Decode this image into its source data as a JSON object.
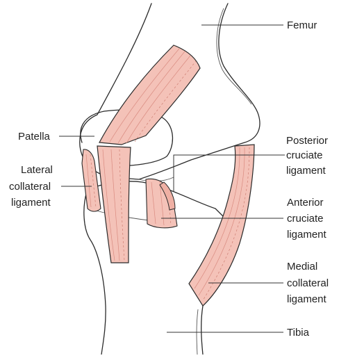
{
  "colors": {
    "ligament_fill": "#f4c2b8",
    "ligament_fiber": "#d98b80",
    "outline": "#2a2a2a",
    "background": "#ffffff"
  },
  "labels": {
    "femur": "Femur",
    "patella": "Patella",
    "posterior_cruciate": [
      "Posterior",
      "cruciate",
      "ligament"
    ],
    "lateral_collateral": [
      "Lateral",
      "collateral",
      "ligament"
    ],
    "anterior_cruciate": [
      "Anterior",
      "cruciate",
      "ligament"
    ],
    "medial_collateral": [
      "Medial",
      "collateral",
      "ligament"
    ],
    "tibia": "Tibia"
  }
}
